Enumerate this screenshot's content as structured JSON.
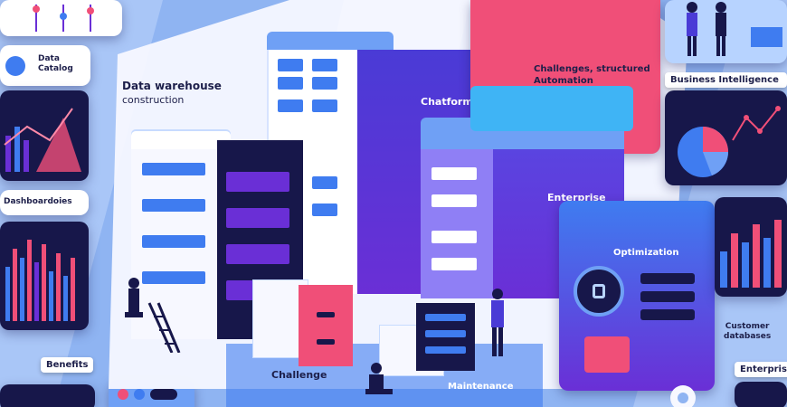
{
  "labels": {
    "data_catalog": "Data\nCatalog",
    "data_warehouse": "Data warehouse",
    "construction": "construction",
    "chatformation": "Chatformation",
    "challenges_automation": "Challenges, structured\nAutomation",
    "enterprise": "Enterprise",
    "optimization": "Optimization",
    "challenges_bottom": "Challenge",
    "maintenance": "Maintenance",
    "dashboards_left": "Dashboardoies",
    "business_intelligence": "Business Intelligence",
    "benefits": "Benefits",
    "customer_databases": "Customer\ndatabases",
    "enterprise_bottom": "Enterprise"
  },
  "colors": {
    "background": "#8fb4f2",
    "navy": "#17174a",
    "purple": "#6a2fd6",
    "blue": "#3f7cf0",
    "pink": "#f04f78",
    "light_blue": "#b7d3ff"
  },
  "icons": [
    "gear-icon",
    "lock-icon",
    "person-icon",
    "ladder-icon",
    "pie-chart-icon",
    "line-chart-icon",
    "bar-chart-icon"
  ]
}
